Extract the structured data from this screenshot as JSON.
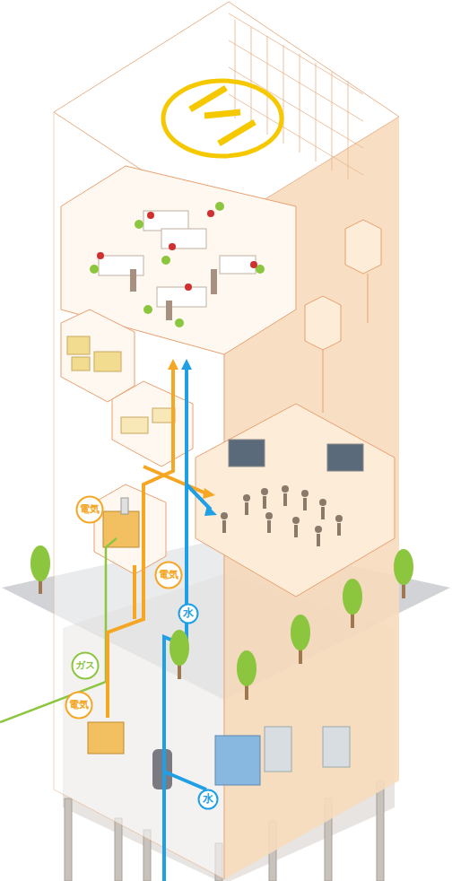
{
  "diagram": {
    "nodes": [
      {
        "text": [
          "電気"
        ]
      },
      {
        "text": [
          "電気"
        ]
      },
      {
        "text": [
          "水"
        ]
      },
      {
        "text": [
          "ガス"
        ]
      },
      {
        "text": [
          "電気"
        ]
      },
      {
        "text": [
          "水"
        ]
      }
    ]
  }
}
